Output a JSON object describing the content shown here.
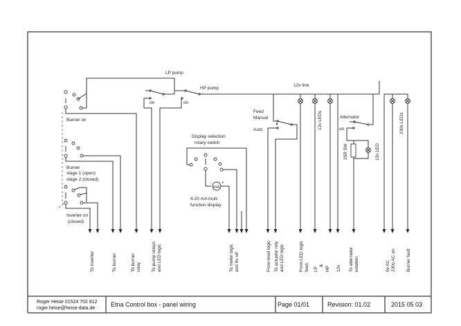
{
  "title_block": {
    "author": "Roger Heise  01524 702 812",
    "email": "roger.heise@heise-data.de",
    "title": "Etna  Control box - panel wiring",
    "page": "Page 01/01",
    "revision": "Revision:   01.02",
    "date": "2015 05 03"
  },
  "labels": {
    "lp_pump": "LP pump",
    "hp_pump": "HP pump",
    "on_lp": "on",
    "on_hp": "on",
    "burner_on": "Burner on",
    "burner_stage_1": "Burner",
    "burner_stage_2": "stage 1 (open)",
    "burner_stage_3": "stage 2 (closed)",
    "inverter_on_1": "Inverter on",
    "inverter_on_2": "(closed)",
    "display_sel_1": "Display selection",
    "display_sel_2": "rotary switch",
    "meter_symbol": "mA",
    "meter_minus": "-",
    "meter_plus": "+",
    "display_1": "4-20 mA mult-",
    "display_2": "function display",
    "line_12v": "12v line",
    "feed": "Feed",
    "manual": "Manual",
    "auto": "Auto",
    "leds_12v": "12v LEDs",
    "alternator": "Alternator",
    "alt_on": "on",
    "resistor": "25R  5W",
    "led_12v": "12v LED",
    "leds_230v": "230v LEDs"
  },
  "outputs": [
    {
      "line1": "To inverter",
      "line2": ""
    },
    {
      "line1": "To burner",
      "line2": ""
    },
    {
      "line1": "To burner",
      "line2": "relay"
    },
    {
      "line1": "To pump relays",
      "line2": "and LED logic"
    },
    {
      "line1": "To meter logic",
      "line2": "and 9v ref"
    },
    {
      "line1": "From level logic",
      "line2": ""
    },
    {
      "line1": "To actuator rely",
      "line2": "and LED logic"
    },
    {
      "line1": "From LED logic",
      "line2": "feed,"
    },
    {
      "line1": "LP",
      "line2": ""
    },
    {
      "line1": "&",
      "line2": ""
    },
    {
      "line1": "HP",
      "line2": ""
    },
    {
      "line1": "12v",
      "line2": ""
    },
    {
      "line1": "To alternator",
      "line2": "extation"
    },
    {
      "line1": "0v AC",
      "line2": ""
    },
    {
      "line1": "230v AC on",
      "line2": ""
    },
    {
      "line1": "Burner fault",
      "line2": ""
    }
  ]
}
